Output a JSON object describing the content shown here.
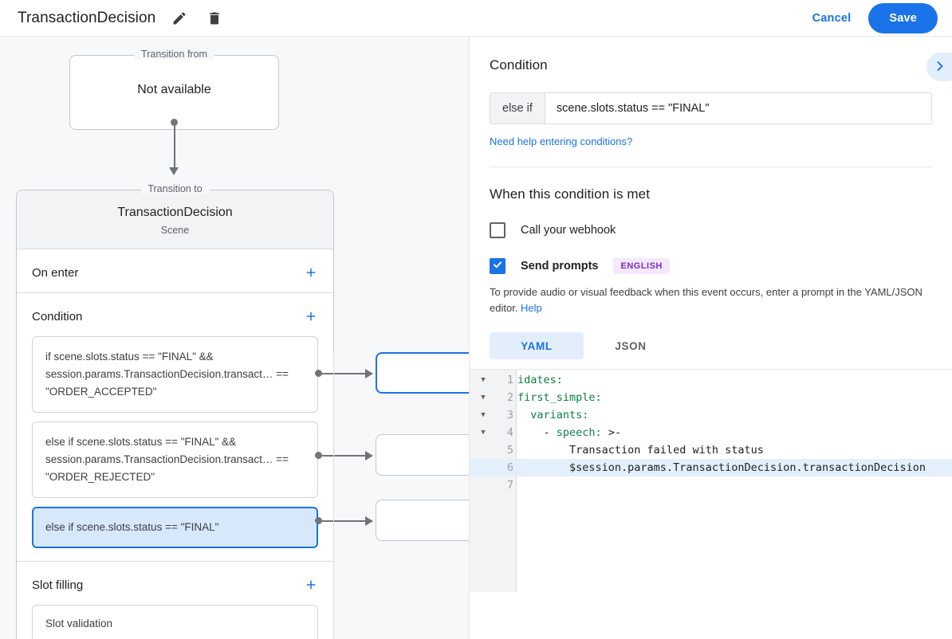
{
  "topbar": {
    "title": "TransactionDecision",
    "edit_icon": "pencil-icon",
    "delete_icon": "trash-icon",
    "cancel_label": "Cancel",
    "save_label": "Save",
    "accent": "#1a73e8"
  },
  "canvas": {
    "transition_from": {
      "legend": "Transition from",
      "value": "Not available"
    },
    "scene": {
      "legend": "Transition to",
      "name": "TransactionDecision",
      "type": "Scene"
    },
    "sections": [
      {
        "title": "On enter",
        "add_icon": "plus-icon"
      },
      {
        "title": "Condition",
        "add_icon": "plus-icon"
      },
      {
        "title": "Slot filling",
        "add_icon": "plus-icon"
      }
    ],
    "conditions": [
      {
        "text": "if scene.slots.status == \"FINAL\" && session.params.TransactionDecision.transact… == \"ORDER_ACCEPTED\"",
        "selected": false
      },
      {
        "text": "else if scene.slots.status == \"FINAL\" && session.params.TransactionDecision.transact… == \"ORDER_REJECTED\"",
        "selected": false
      },
      {
        "text": "else if scene.slots.status == \"FINAL\"",
        "selected": true
      }
    ],
    "slot_filling": [
      {
        "text": "Slot validation"
      }
    ]
  },
  "panel": {
    "condition_heading": "Condition",
    "collapse_icon": "chevron-right-icon",
    "condition_prefix": "else if",
    "condition_value": "scene.slots.status == \"FINAL\"",
    "condition_placeholder": "Enter a condition",
    "help_link": "Need help entering conditions?",
    "when_heading": "When this condition is met",
    "webhook": {
      "label": "Call your webhook",
      "checked": false
    },
    "prompts": {
      "label": "Send prompts",
      "checked": true,
      "badge": "ENGLISH"
    },
    "hint_text": "To provide audio or visual feedback when this event occurs, enter a prompt in the YAML/JSON editor. ",
    "hint_link": "Help",
    "tabs": [
      {
        "label": "YAML",
        "active": true
      },
      {
        "label": "JSON",
        "active": false
      }
    ],
    "editor": {
      "lines": [
        {
          "num": "1",
          "fold": true,
          "indent": "",
          "key": "idates:",
          "rest": "",
          "highlight": false
        },
        {
          "num": "2",
          "fold": true,
          "indent": "",
          "key": "first_simple:",
          "rest": "",
          "highlight": false
        },
        {
          "num": "3",
          "fold": true,
          "indent": "  ",
          "key": "variants:",
          "rest": "",
          "highlight": false
        },
        {
          "num": "4",
          "fold": true,
          "indent": "    - ",
          "key": "speech:",
          "rest": " >-",
          "highlight": false
        },
        {
          "num": "5",
          "fold": false,
          "indent": "        ",
          "key": "",
          "rest": "Transaction failed with status",
          "highlight": false
        },
        {
          "num": "6",
          "fold": false,
          "indent": "        ",
          "key": "",
          "rest": "$session.params.TransactionDecision.transactionDecision",
          "highlight": true
        },
        {
          "num": "7",
          "fold": false,
          "indent": "",
          "key": "",
          "rest": "",
          "highlight": false
        }
      ]
    }
  }
}
